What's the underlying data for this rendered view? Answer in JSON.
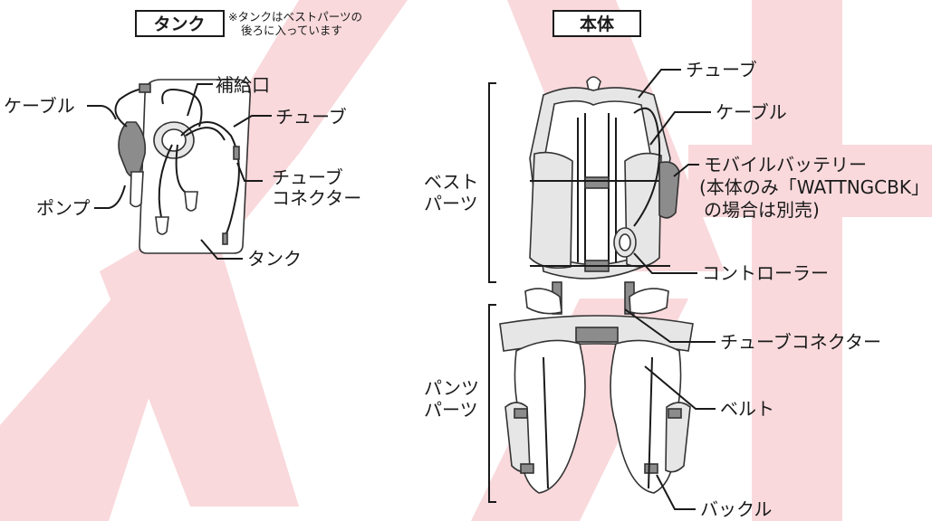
{
  "watermark": {
    "color": "#f9d9dc"
  },
  "tank_section": {
    "title": "タンク",
    "note_line1": "※タンクはベストパーツの",
    "note_line2": "後ろに入っています",
    "labels": {
      "refill_port": "補給口",
      "tube": "チューブ",
      "cable": "ケーブル",
      "tube_connector_line1": "チューブ",
      "tube_connector_line2": "コネクター",
      "pump": "ポンプ",
      "tank": "タンク"
    }
  },
  "body_section": {
    "title": "本体",
    "vest_parts_line1": "ベスト",
    "vest_parts_line2": "パーツ",
    "pants_parts_line1": "パンツ",
    "pants_parts_line2": "パーツ",
    "labels": {
      "tube": "チューブ",
      "cable": "ケーブル",
      "battery_line1": "モバイルバッテリー",
      "battery_line2": "(本体のみ「WATTNGCBK」",
      "battery_line3": "の場合は別売)",
      "controller": "コントローラー",
      "tube_connector": "チューブコネクター",
      "belt": "ベルト",
      "buckle": "バックル"
    }
  }
}
